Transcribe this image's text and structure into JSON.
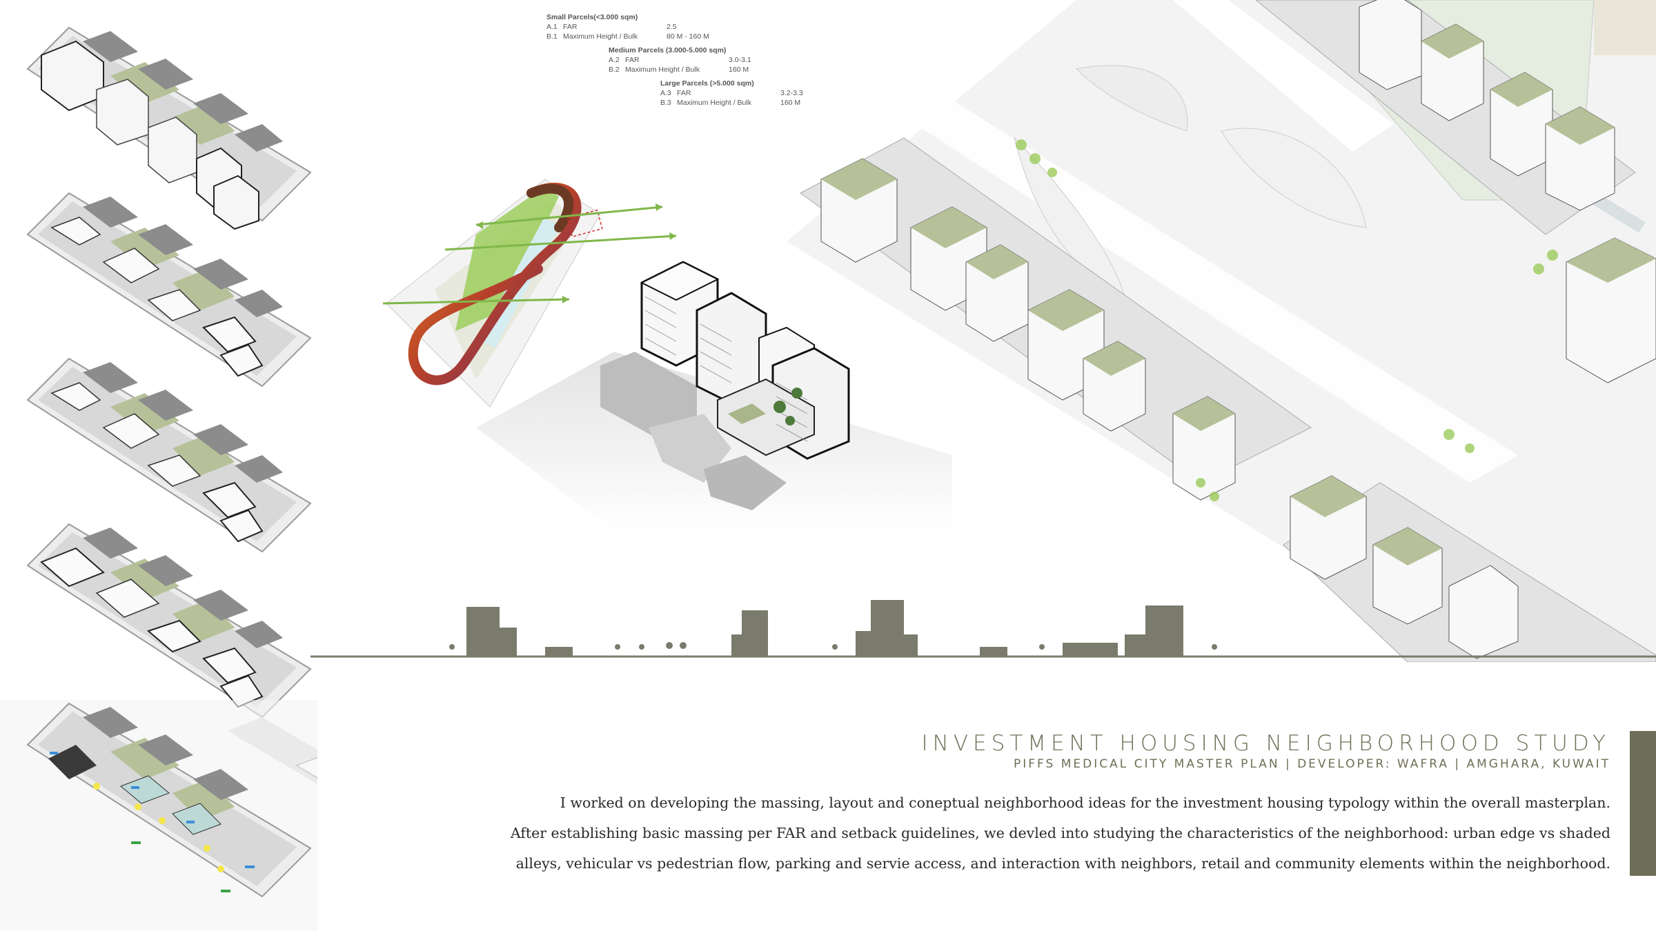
{
  "parameters": {
    "small": {
      "heading": "Small Parcels(<3.000 sqm)",
      "rows": [
        {
          "code": "A.1",
          "label": "FAR",
          "value": "2.5"
        },
        {
          "code": "B.1",
          "label": "Maximum Height / Bulk",
          "value": "80 M - 160 M"
        }
      ]
    },
    "medium": {
      "heading": "Medium Parcels (3.000-5.000 sqm)",
      "rows": [
        {
          "code": "A.2",
          "label": "FAR",
          "value": "3.0-3.1"
        },
        {
          "code": "B.2",
          "label": "Maximum Height / Bulk",
          "value": "160 M"
        }
      ]
    },
    "large": {
      "heading": "Large Parcels (>5.000 sqm)",
      "rows": [
        {
          "code": "A.3",
          "label": "FAR",
          "value": "3.2-3.3"
        },
        {
          "code": "B.3",
          "label": "Maximum Height / Bulk",
          "value": "160 M"
        }
      ]
    }
  },
  "header": {
    "title": "INVESTMENT HOUSING NEIGHBORHOOD STUDY",
    "subtitle": "PIFFS MEDICAL CITY MASTER PLAN  |  DEVELOPER: WAFRA  |  AMGHARA, KUWAIT"
  },
  "description": {
    "line1": "I worked on developing the massing, layout and coneptual neighborhood ideas for the investment housing typology within the overall masterplan.",
    "line2": "After establishing basic massing per FAR and setback guidelines, we devled into studying the characteristics of the neighborhood:  urban edge vs shaded",
    "line3": "alleys, vehicular vs pedestrian flow, parking and servie access, and interaction with neighbors, retail and community elements within the neighborhood."
  },
  "colors": {
    "olive": "#6f6e55",
    "silhouette": "#7a7b6c",
    "greenRoof": "#a9b58a",
    "flowGreen": "#9ccc5c",
    "flowOrange": "#f28a1f",
    "flowPurple": "#5a2d7a",
    "accentBar": "#6e6e58"
  }
}
